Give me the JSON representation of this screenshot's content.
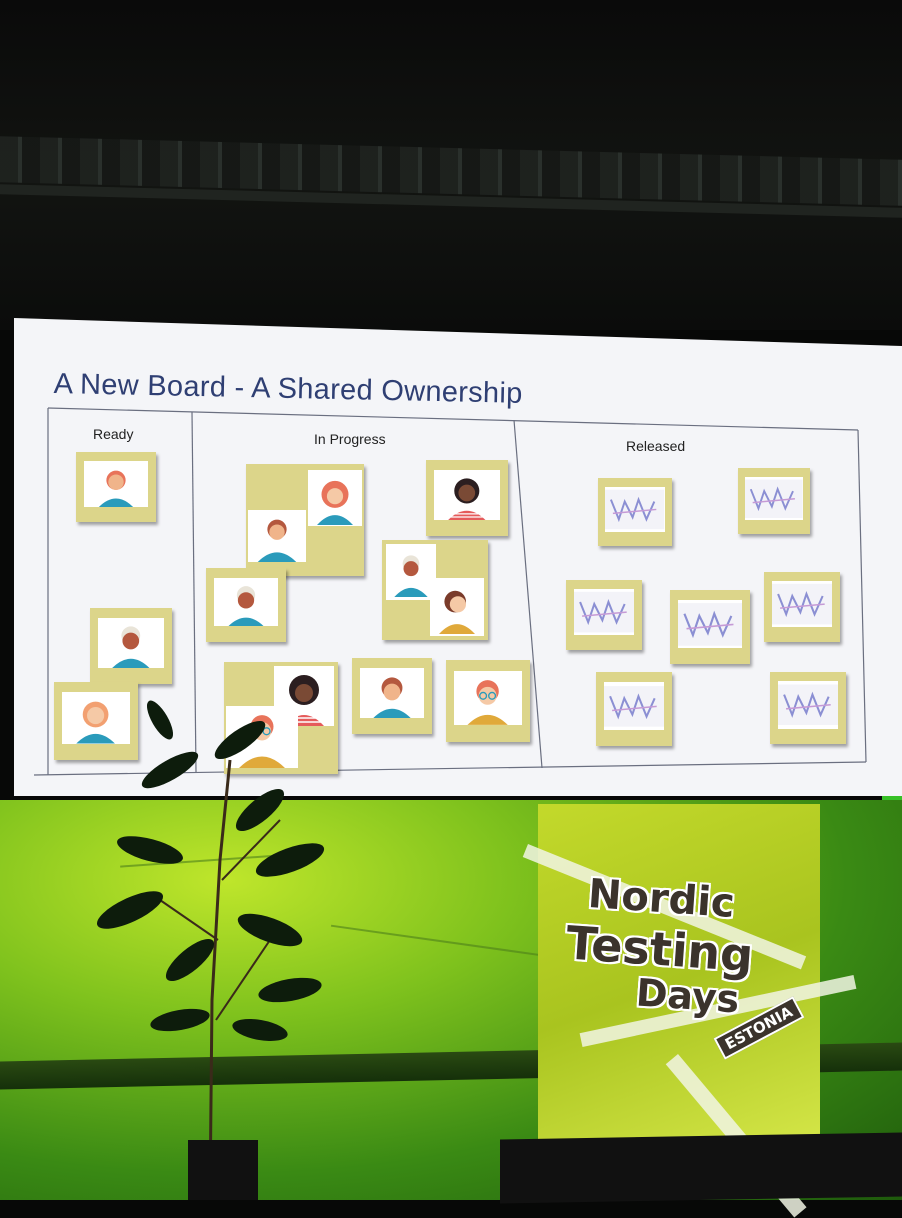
{
  "slide": {
    "title": "A New Board - A Shared Ownership",
    "columns": [
      {
        "label": "Ready"
      },
      {
        "label": "In Progress"
      },
      {
        "label": "Released"
      }
    ]
  },
  "banner": {
    "line1": "Nordic",
    "line2": "Testing",
    "line3": "Days",
    "badge": "ESTONIA"
  },
  "colors": {
    "slide_background": "#f4f5f8",
    "title": "#2f3f73",
    "sticky_note": "#dcd58a",
    "wall_green": "#7fc21d",
    "banner_yellow": "#c3d92b",
    "logo_text": "#3b332c"
  }
}
